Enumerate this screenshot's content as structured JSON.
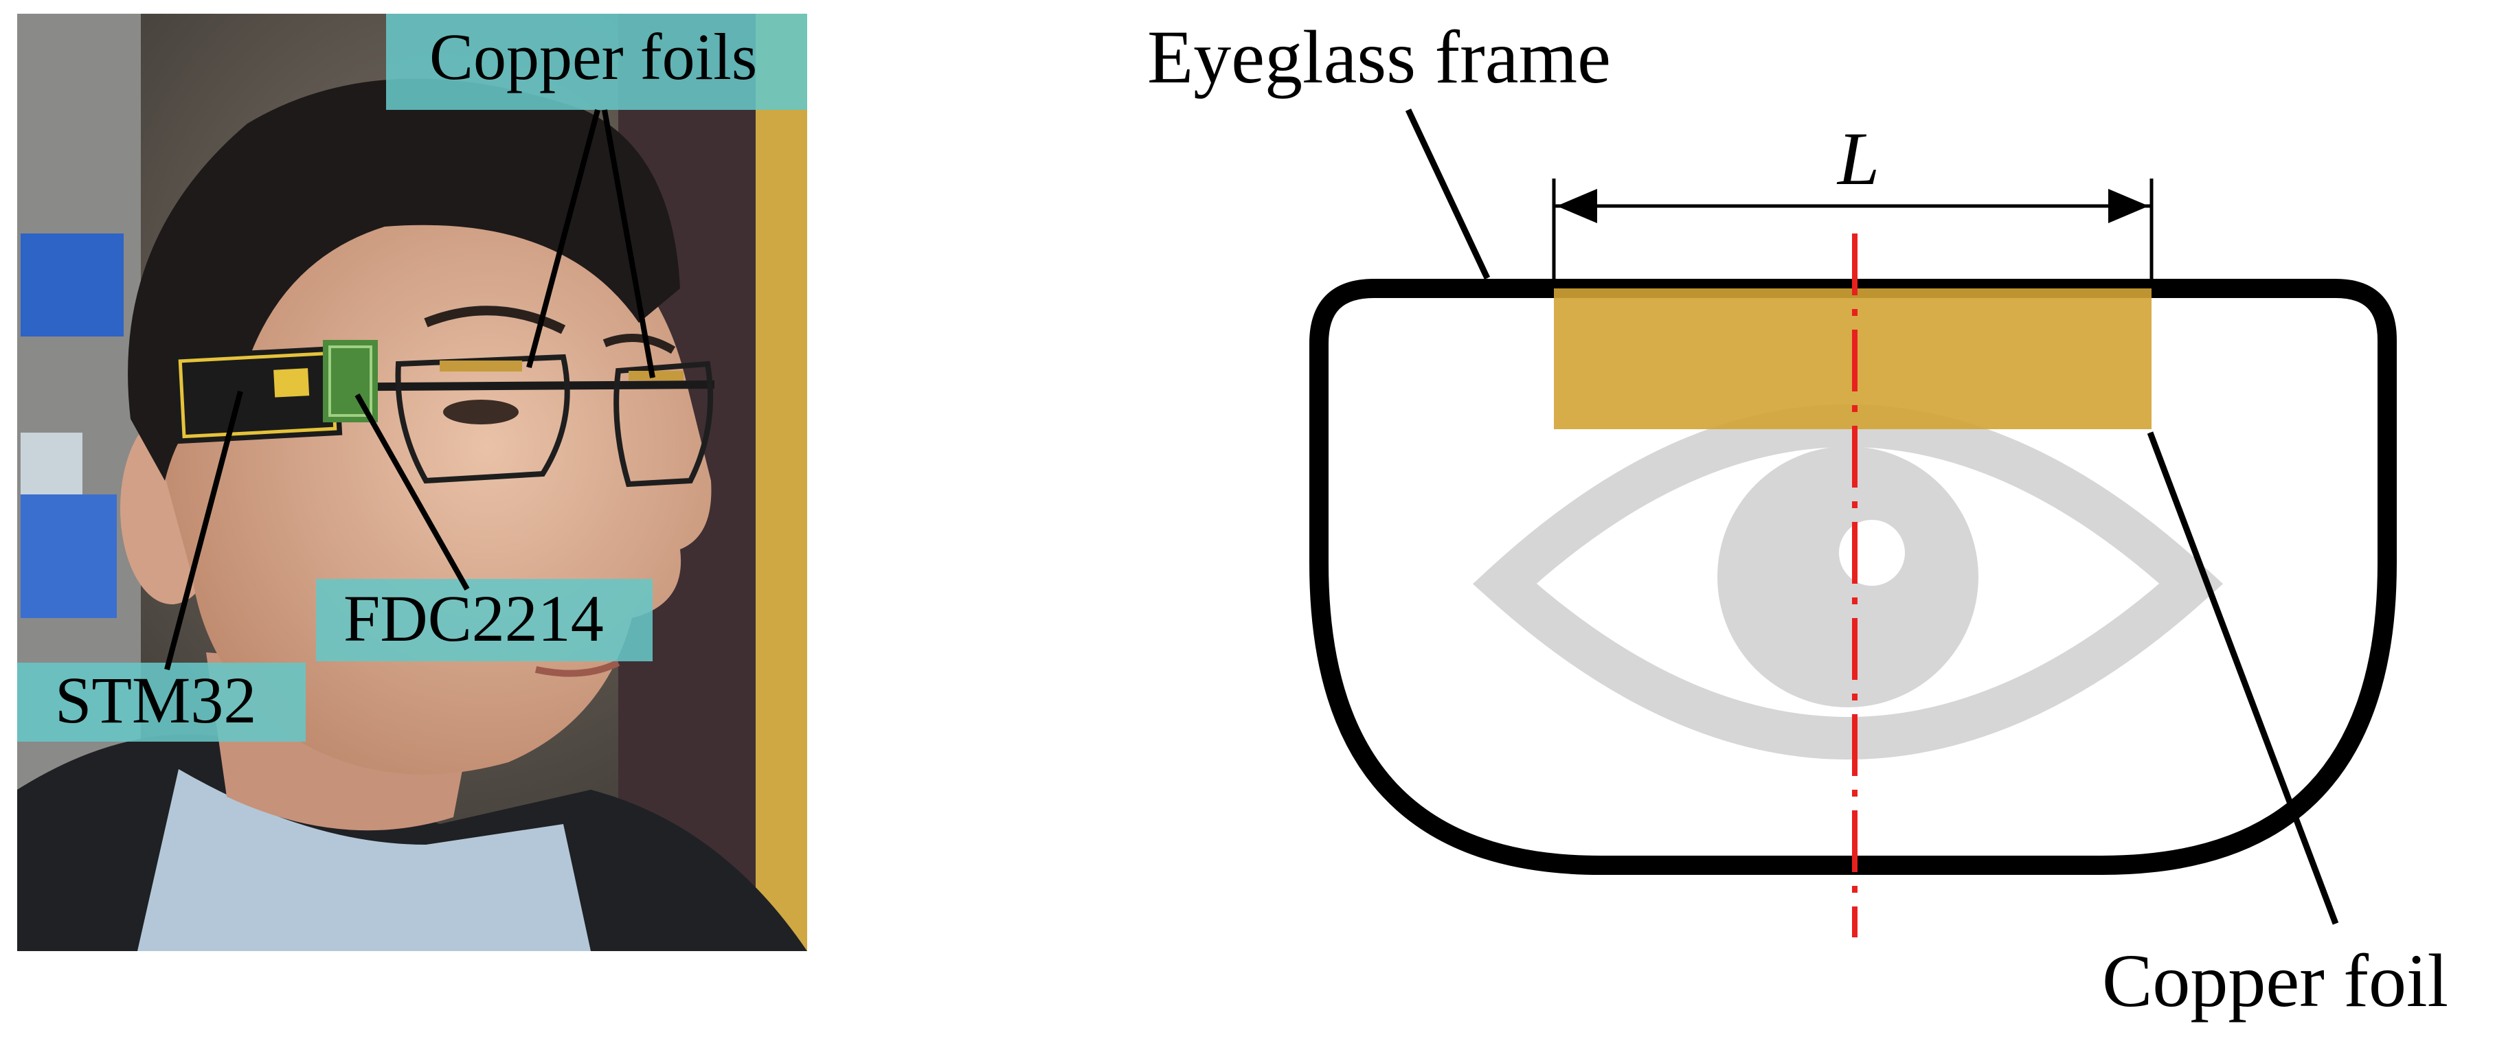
{
  "photo_panel": {
    "labels": {
      "copper_foils": "Copper foils",
      "fdc": "FDC2214",
      "stm": "STM32"
    },
    "label_color": "#67c6c6"
  },
  "schematic_panel": {
    "labels": {
      "frame": "Eyeglass frame",
      "length": "L",
      "copper_foil": "Copper foil"
    },
    "foil_color": "#d1a434",
    "centerline_color": "#e8201e",
    "eye_icon_color": "#d6d6d6"
  }
}
